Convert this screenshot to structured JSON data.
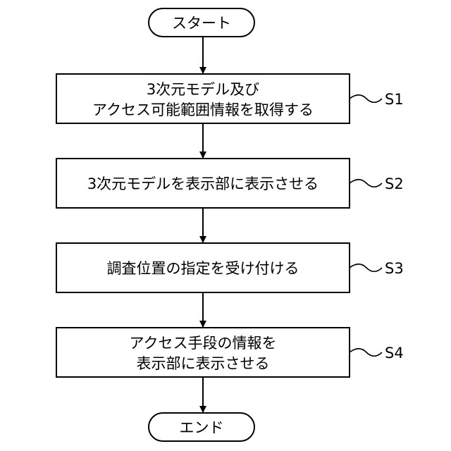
{
  "flowchart": {
    "start": {
      "label": "スタート"
    },
    "end": {
      "label": "エンド"
    },
    "steps": [
      {
        "id": "S1",
        "lines": [
          "3次元モデル及び",
          "アクセス可能範囲情報を取得する"
        ]
      },
      {
        "id": "S2",
        "lines": [
          "3次元モデルを表示部に表示させる"
        ]
      },
      {
        "id": "S3",
        "lines": [
          "調査位置の指定を受け付ける"
        ]
      },
      {
        "id": "S4",
        "lines": [
          "アクセス手段の情報を",
          "表示部に表示させる"
        ]
      }
    ]
  }
}
